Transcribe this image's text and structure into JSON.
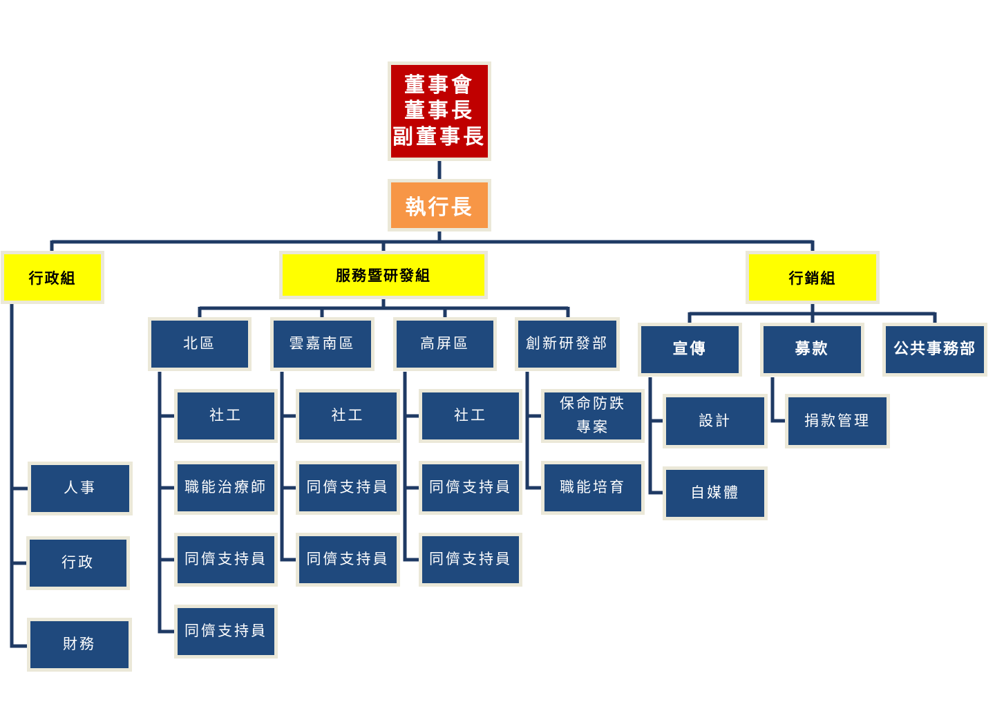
{
  "board": {
    "line1": "董事會",
    "line2": "董事長",
    "line3": "副董事長"
  },
  "ceo": "執行長",
  "groups": {
    "admin": {
      "title": "行政組",
      "items": [
        "人事",
        "行政",
        "財務"
      ]
    },
    "service": {
      "title": "服務暨研發組",
      "north": {
        "title": "北區",
        "items": [
          "社工",
          "職能治療師",
          "同儕支持員",
          "同儕支持員"
        ]
      },
      "yunjianan": {
        "title": "雲嘉南區",
        "items": [
          "社工",
          "同儕支持員",
          "同儕支持員"
        ]
      },
      "kaoping": {
        "title": "高屏區",
        "items": [
          "社工",
          "同儕支持員",
          "同儕支持員"
        ]
      },
      "innovation": {
        "title": "創新研發部",
        "items": [
          {
            "line1": "保命防跌",
            "line2": "專案"
          },
          "職能培育"
        ]
      }
    },
    "marketing": {
      "title": "行銷組",
      "promo": {
        "title": "宣傳",
        "items": [
          "設計",
          "自媒體"
        ]
      },
      "fundraise": {
        "title": "募款",
        "items": [
          "捐款管理"
        ]
      },
      "public": {
        "title": "公共事務部"
      }
    }
  },
  "colors": {
    "board": "#c00000",
    "ceo": "#f79646",
    "group": "#ffff00",
    "unit": "#1f497d",
    "connector": "#1f3a64"
  }
}
